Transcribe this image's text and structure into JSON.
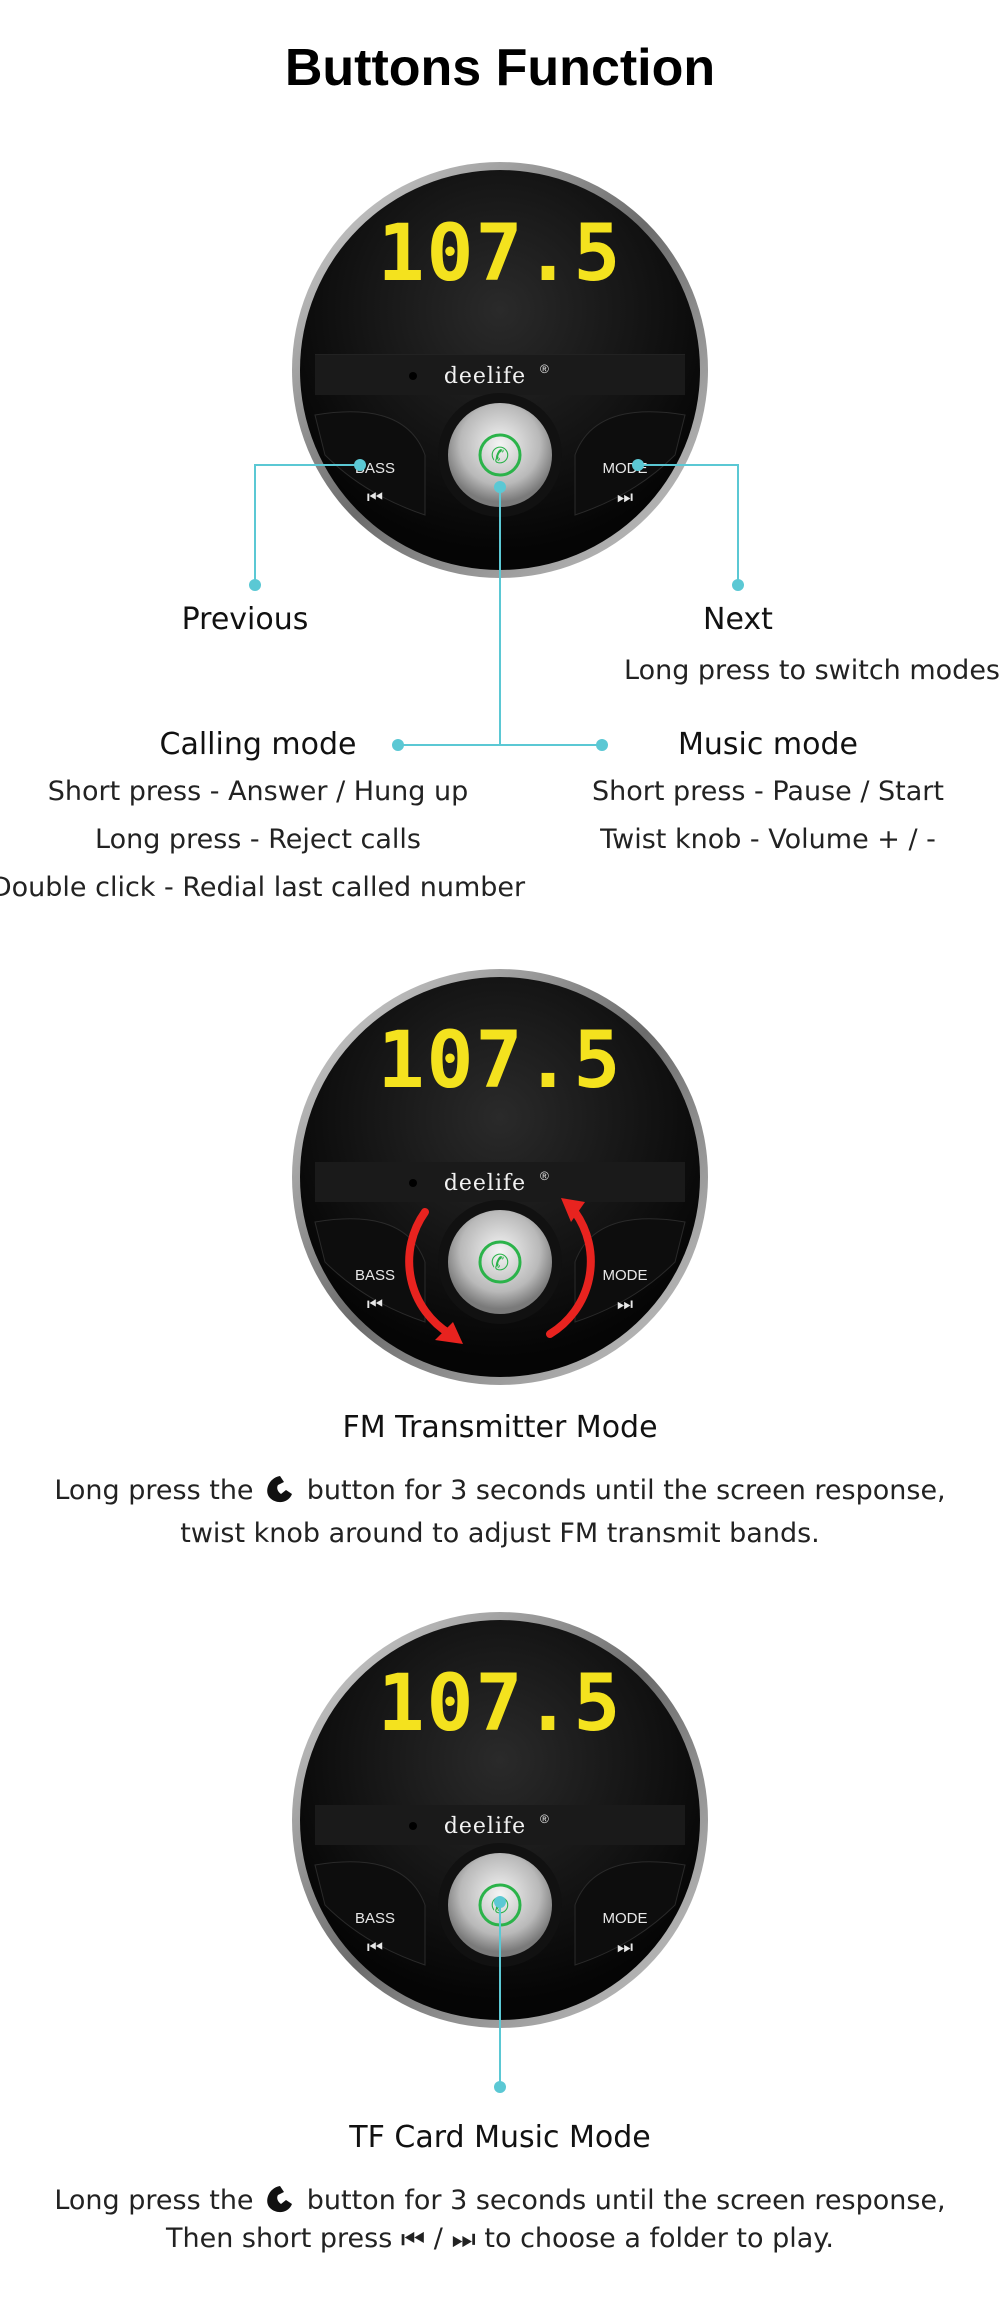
{
  "title": "Buttons Function",
  "device": {
    "display": "107.5",
    "brand": "deelife",
    "brand_mark": "®",
    "bass_label": "BASS",
    "mode_label": "MODE"
  },
  "section1": {
    "previous": "Previous",
    "next": "Next",
    "next_desc": "Long press to switch modes",
    "calling_mode": "Calling mode",
    "calling_lines": [
      "Short press - Answer / Hung up",
      "Long press - Reject calls",
      "Double click - Redial last called number"
    ],
    "music_mode": "Music mode",
    "music_lines": [
      "Short press - Pause / Start",
      "Twist knob - Volume + / -"
    ]
  },
  "section2": {
    "heading": "FM Transmitter Mode",
    "line1_pre": "Long press the",
    "line1_post": "button for 3 seconds until the screen response,",
    "line2": "twist knob around to adjust FM transmit bands."
  },
  "section3": {
    "heading": "TF Card Music Mode",
    "line1_pre": "Long press the",
    "line1_post": "button for 3 seconds until the screen response,",
    "line2_pre": "Then short press",
    "line2_sep": "/",
    "line2_post": "to choose a folder to play."
  },
  "colors": {
    "accent_line": "#5bc8d4",
    "display_yellow": "#f4e21e",
    "arrow_red": "#e8231f",
    "phone_green": "#2bb34a"
  }
}
